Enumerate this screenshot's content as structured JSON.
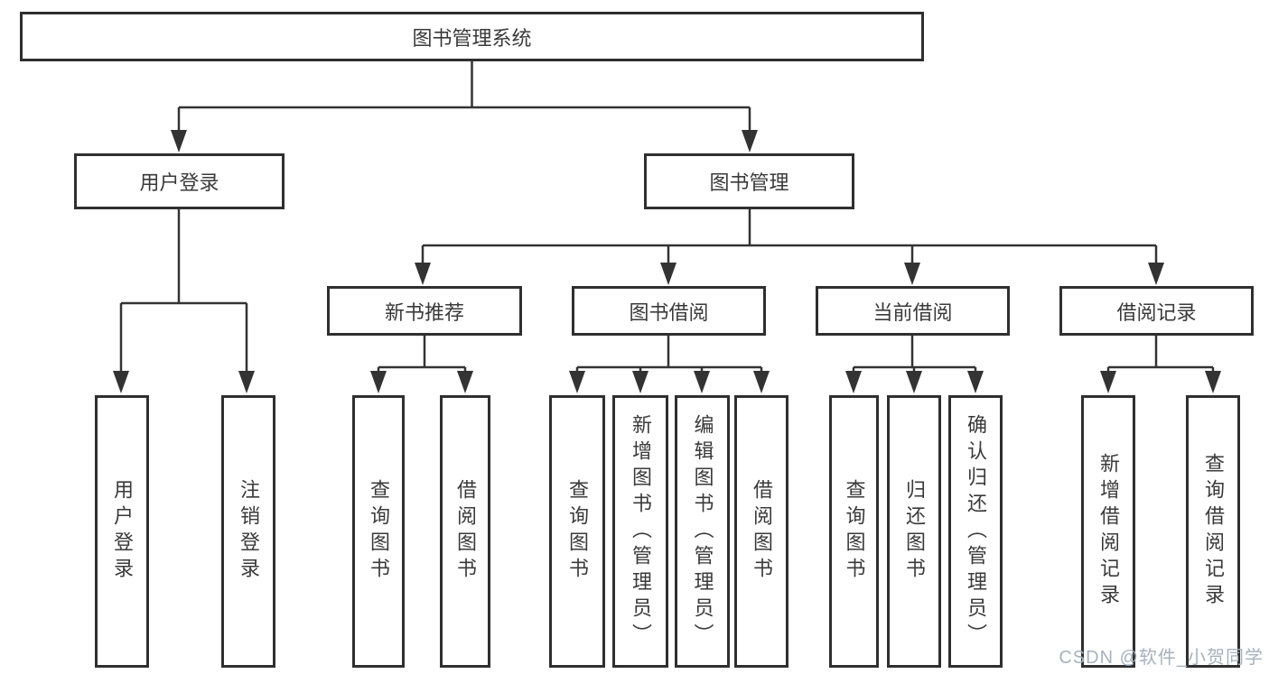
{
  "root": {
    "label": "图书管理系统"
  },
  "branches": [
    {
      "label": "用户登录",
      "leaves": [
        {
          "label": "用户登录"
        },
        {
          "label": "注销登录"
        }
      ]
    },
    {
      "label": "图书管理",
      "sections": [
        {
          "label": "新书推荐",
          "leaves": [
            {
              "label": "查询图书"
            },
            {
              "label": "借阅图书"
            }
          ]
        },
        {
          "label": "图书借阅",
          "leaves": [
            {
              "label": "查询图书"
            },
            {
              "label": "新增图书（管理员）"
            },
            {
              "label": "编辑图书（管理员）"
            },
            {
              "label": "借阅图书"
            }
          ]
        },
        {
          "label": "当前借阅",
          "leaves": [
            {
              "label": "查询图书"
            },
            {
              "label": "归还图书"
            },
            {
              "label": "确认归还（管理员）"
            }
          ]
        },
        {
          "label": "借阅记录",
          "leaves": [
            {
              "label": "新增借阅记录"
            },
            {
              "label": "查询借阅记录"
            }
          ]
        }
      ]
    }
  ],
  "watermark": "CSDN @软件_小贺同学",
  "colors": {
    "line": "#333333",
    "box_border": "#2f2f2f",
    "text": "#3a3a3a",
    "background": "#ffffff",
    "watermark": "#a6b2bd"
  }
}
